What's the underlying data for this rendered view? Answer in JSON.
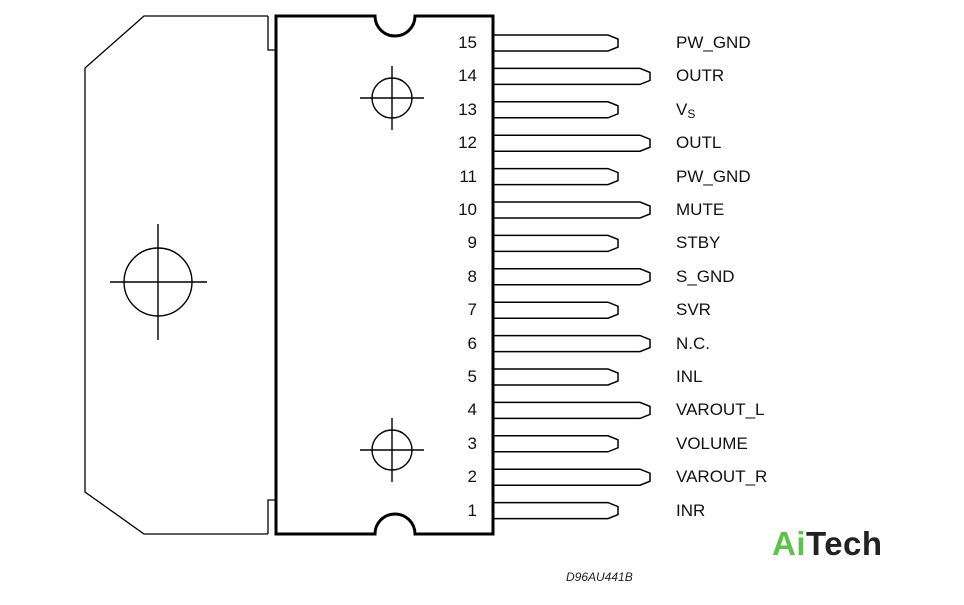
{
  "pins": [
    {
      "num": "15",
      "name": "PW_GND",
      "long": false
    },
    {
      "num": "14",
      "name": "OUTR",
      "long": true
    },
    {
      "num": "13",
      "name": "V",
      "sub": "S",
      "long": false
    },
    {
      "num": "12",
      "name": "OUTL",
      "long": true
    },
    {
      "num": "11",
      "name": "PW_GND",
      "long": false
    },
    {
      "num": "10",
      "name": "MUTE",
      "long": true
    },
    {
      "num": "9",
      "name": "STBY",
      "long": false
    },
    {
      "num": "8",
      "name": "S_GND",
      "long": true
    },
    {
      "num": "7",
      "name": "SVR",
      "long": false
    },
    {
      "num": "6",
      "name": "N.C.",
      "long": true
    },
    {
      "num": "5",
      "name": "INL",
      "long": false
    },
    {
      "num": "4",
      "name": "VAROUT_L",
      "long": true
    },
    {
      "num": "3",
      "name": "VOLUME",
      "long": false
    },
    {
      "num": "2",
      "name": "VAROUT_R",
      "long": true
    },
    {
      "num": "1",
      "name": "INR",
      "long": false
    }
  ],
  "part_code": "D96AU441B",
  "logo": {
    "part1": "Ai",
    "part2": "Tech",
    "color1": "#5cc24b",
    "color2": "#222222"
  }
}
